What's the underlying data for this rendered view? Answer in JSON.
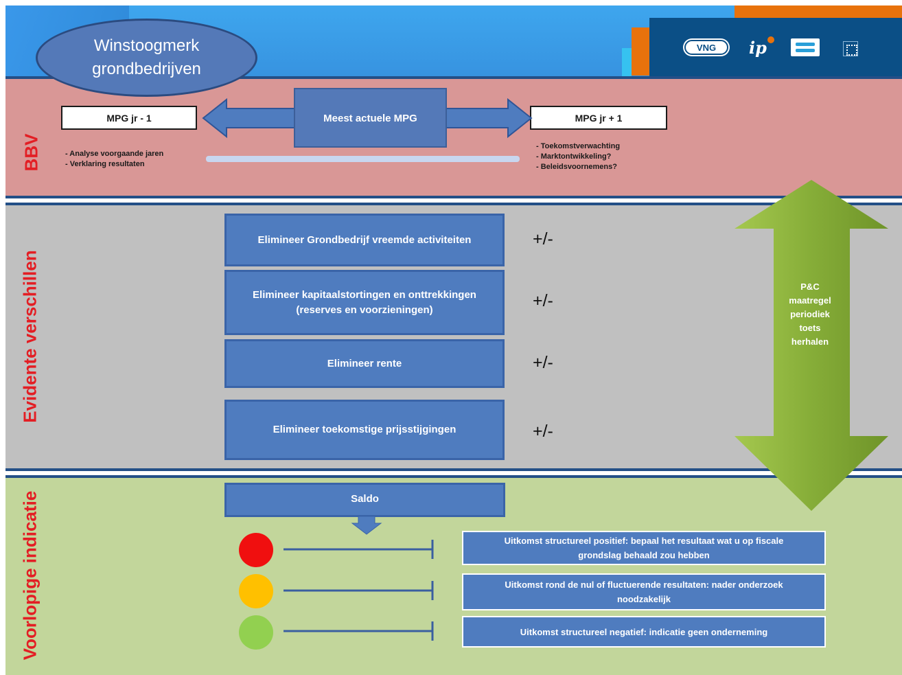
{
  "title": {
    "line1": "Winstoogmerk",
    "line2": "grondbedrijven"
  },
  "logos": {
    "vng": "VNG",
    "ip": "ip",
    "uvw": "unie van waterschappen",
    "rijk": "rijksoverheid"
  },
  "sections": {
    "bbv": "BBV",
    "evident": "Evidente verschillen",
    "voorlopig": "Voorlopige indicatie"
  },
  "bbv": {
    "prev_label": "MPG jr - 1",
    "current_label": "Meest actuele MPG",
    "next_label": "MPG jr + 1",
    "prev_bullets": [
      "- Analyse voorgaande jaren",
      "- Verklaring resultaten"
    ],
    "next_bullets": [
      "- Toekomstverwachting",
      "- Marktontwikkeling?",
      "- Beleidsvoornemens?"
    ]
  },
  "evident": {
    "steps": [
      {
        "label": "Elimineer Grondbedrijf vreemde activiteiten",
        "mark": "+/-"
      },
      {
        "label_line1": "Elimineer kapitaalstortingen en onttrekkingen",
        "label_line2": "(reserves en voorzieningen)",
        "mark": "+/-"
      },
      {
        "label": "Elimineer rente",
        "mark": "+/-"
      },
      {
        "label": "Elimineer toekomstige prijsstijgingen",
        "mark": "+/-"
      }
    ]
  },
  "pc_arrow": {
    "lines": [
      "P&C",
      "maatregel",
      "periodiek",
      "toets",
      "herhalen"
    ],
    "color": "#8db33f"
  },
  "voorlopig": {
    "saldo": "Saldo",
    "outcomes": [
      {
        "color": "#f00f0f",
        "line1": "Uitkomst structureel  positief: bepaal het resultaat wat u op fiscale",
        "line2": "grondslag behaald zou hebben"
      },
      {
        "color": "#ffc000",
        "line1": "Uitkomst rond de nul of fluctuerende resultaten: nader onderzoek",
        "line2": "noodzakelijk"
      },
      {
        "color": "#92d050",
        "line1": "Uitkomst structureel negatief: indicatie geen onderneming",
        "line2": ""
      }
    ]
  },
  "colors": {
    "bbv_bg": "#d99796",
    "evident_bg": "#c0c0c0",
    "voorlopig_bg": "#c2d69b",
    "box_blue": "#4f7cbf",
    "label_red": "#e31e24"
  }
}
